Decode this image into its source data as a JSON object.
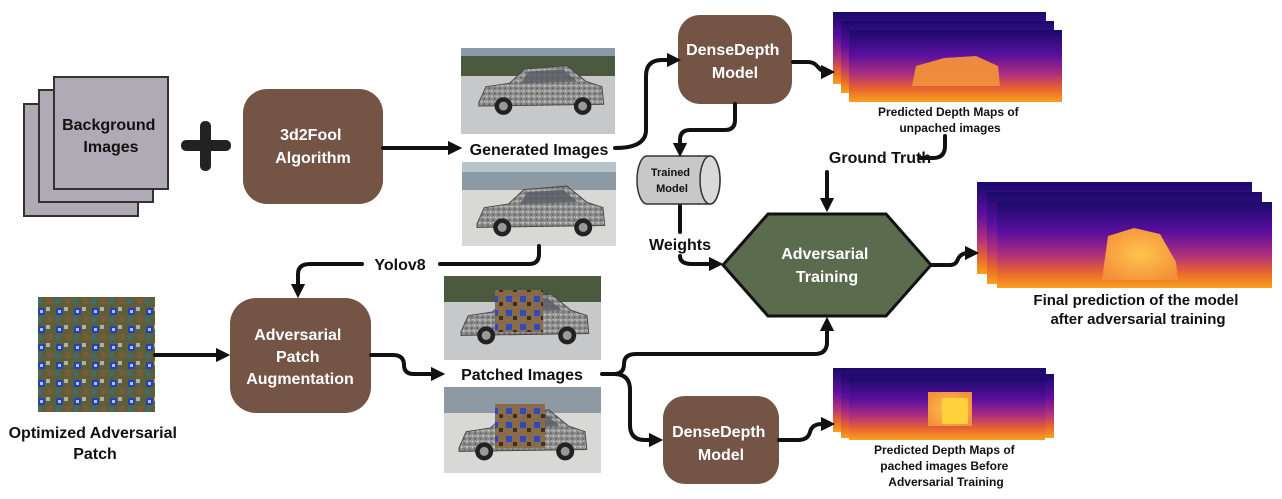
{
  "diagram": {
    "background_images": [
      "Background",
      "Images"
    ],
    "algorithm": [
      "3d2Fool",
      "Algorithm"
    ],
    "generated_images": "Generated Images",
    "densedepth_top": [
      "DenseDepth",
      "Model"
    ],
    "predicted_unpatched": [
      "Predicted Depth Maps of",
      "unpached images"
    ],
    "trained_model": [
      "Trained",
      "Model"
    ],
    "ground_truth": "Ground Truth",
    "weights": "Weights",
    "adversarial_training": [
      "Adversarial",
      "Training"
    ],
    "final_prediction": [
      "Final prediction of the model",
      "after adversarial training"
    ],
    "yolo": "Yolov8",
    "optimized_patch": [
      "Optimized Adversarial",
      "Patch"
    ],
    "patch_augmentation": [
      "Adversarial",
      "Patch",
      "Augmentation"
    ],
    "patched_images": "Patched Images",
    "densedepth_bottom": [
      "DenseDepth",
      "Model"
    ],
    "predicted_patched": [
      "Predicted Depth Maps of",
      "pached images Before",
      "Adversarial Training"
    ],
    "colors": {
      "brown_box": "#735445",
      "green_hex": "#5b6b4e",
      "gray_stack": "#b0aab4",
      "arrow": "#111111"
    }
  }
}
